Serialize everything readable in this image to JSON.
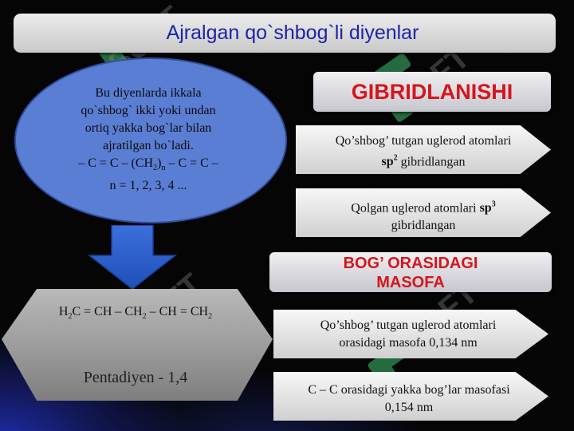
{
  "title": "Ajralgan qo`shbog`li diyenlar",
  "ellipse": {
    "line1": "Bu diyenlarda ikkala",
    "line2": "qo`shbog` ikki  yoki undan",
    "line3": "ortiq yakka bog`lar  bilan",
    "line4": "ajratilgan bo`ladi.",
    "formula_a": "– C = C – (CH",
    "formula_sub1": "2",
    "formula_b": ")",
    "formula_sub2": "n",
    "formula_c": " – C = C –",
    "n_values": "n = 1, 2, 3, 4 ..."
  },
  "example": {
    "formula_parts": [
      "H",
      "2",
      "C = CH – CH",
      "2",
      " – CH = CH",
      "2"
    ],
    "name": "Pentadiyen - 1,4"
  },
  "gibrid": {
    "heading": "GIBRIDLANISHI",
    "box1_text": "Qo’shbog’ tutgan uglerod atomlari",
    "box1_bold": "sp",
    "box1_sup": "2",
    "box1_tail": " gibridlangan",
    "box2_text": "Qolgan uglerod atomlari ",
    "box2_bold": "sp",
    "box2_sup": "3",
    "box2_tail": "gibridlangan"
  },
  "masofa": {
    "heading_line1": "BOG’   ORASIDAGI",
    "heading_line2": "MASOFA",
    "box1_line1": "Qo’shbog’ tutgan uglerod atomlari",
    "box1_line2": "orasidagi masofa 0,134 nm",
    "box2_line1": "C – C orasidagi yakka bog’lar masofasi",
    "box2_line2": "0,154 nm"
  },
  "watermark_text": "SOFT",
  "colors": {
    "title_text": "#1d23a8",
    "heading_text": "#d4161c",
    "ellipse_fill": "#5b7ed5",
    "arrow_fill": "#3c6fdc",
    "watermark": "#3fbf6f"
  }
}
